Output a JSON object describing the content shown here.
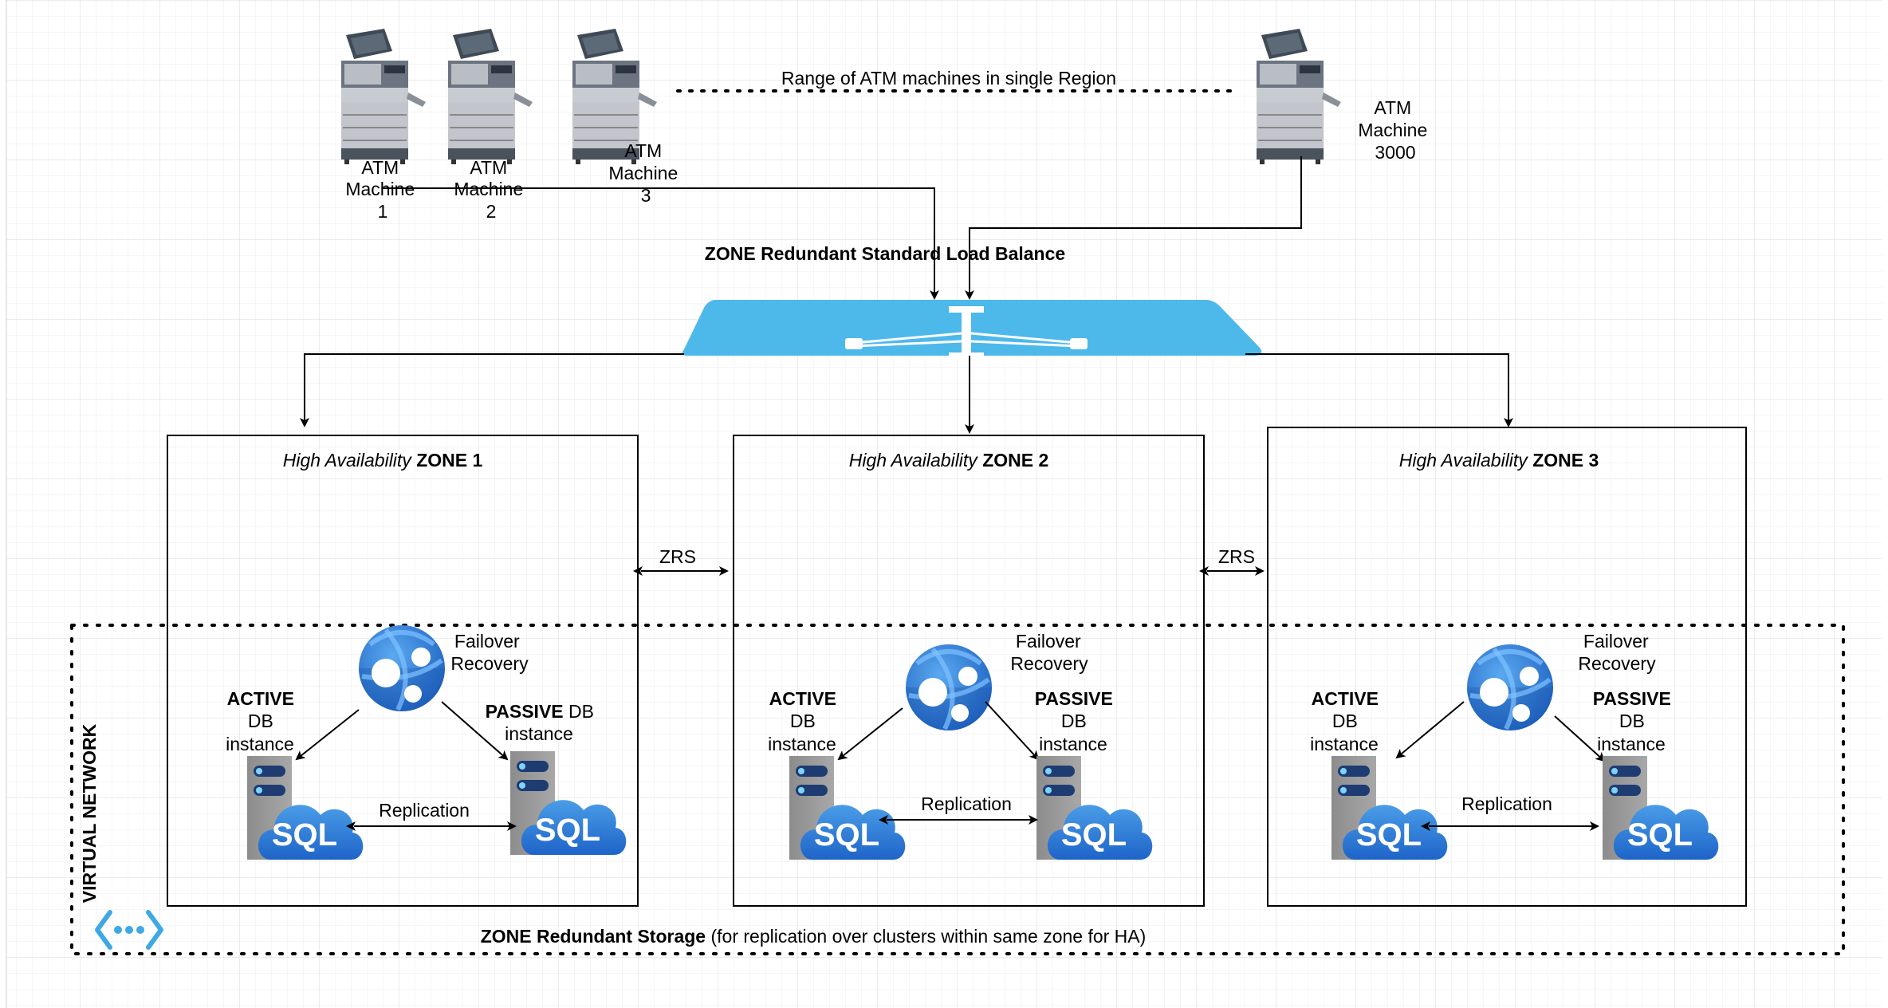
{
  "atm": {
    "range_label": "Range of ATM machines in single Region",
    "machines": [
      {
        "lines": [
          "ATM",
          "Machine",
          "1"
        ]
      },
      {
        "lines": [
          "ATM",
          "Machine",
          "2"
        ]
      },
      {
        "lines": [
          "ATM",
          "Machine",
          "3"
        ]
      },
      {
        "lines": [
          "ATM",
          "Machine",
          "3000"
        ]
      }
    ]
  },
  "load_balancer": {
    "label": "ZONE Redundant Standard Load Balance",
    "color": "#4db8ea"
  },
  "zones": [
    {
      "title_italic": "High Availability ",
      "title_bold": "ZONE 1",
      "failover": [
        "Failover",
        "Recovery"
      ],
      "active_bold": "ACTIVE",
      "active_rest": [
        "DB",
        "instance"
      ],
      "passive_bold": "PASSIVE",
      "passive_suffix": " DB",
      "passive_rest": [
        "instance"
      ],
      "replication": "Replication"
    },
    {
      "title_italic": "High Availability ",
      "title_bold": "ZONE 2",
      "failover": [
        "Failover",
        "Recovery"
      ],
      "active_bold": "ACTIVE",
      "active_rest": [
        "DB",
        "instance"
      ],
      "passive_bold": "PASSIVE",
      "passive_suffix": "",
      "passive_rest": [
        "DB",
        "instance"
      ],
      "replication": "Replication"
    },
    {
      "title_italic": "High Availability ",
      "title_bold": "ZONE 3",
      "failover": [
        "Failover",
        "Recovery"
      ],
      "active_bold": "ACTIVE",
      "active_rest": [
        "DB",
        "instance"
      ],
      "passive_bold": "PASSIVE",
      "passive_suffix": "",
      "passive_rest": [
        "DB",
        "instance"
      ],
      "replication": "Replication"
    }
  ],
  "zrs_label": "ZRS",
  "sql_label": "SQL",
  "virtual_network": {
    "label": "VIRTUAL NETWORK",
    "icon": "virtual-network-icon",
    "color": "#3ea8e5"
  },
  "storage": {
    "bold": "ZONE Redundant Storage",
    "rest": " (for replication over clusters within same zone for HA)"
  },
  "colors": {
    "grid": "#e6e6e6",
    "grid_major": "#d6d6d6",
    "azure_blue": "#2f7fd1",
    "sql_gray": "#9a9a9a"
  }
}
